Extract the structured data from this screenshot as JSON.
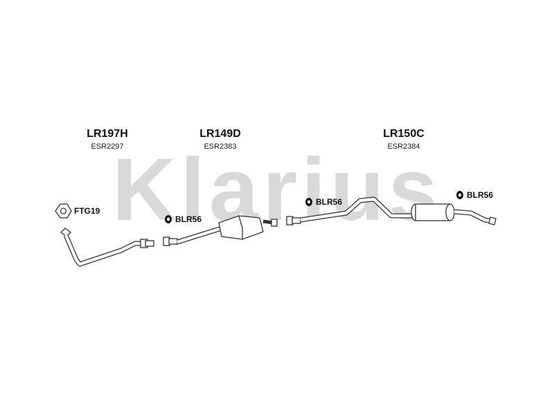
{
  "brand": {
    "watermark_text": "Klarius",
    "watermark_color": "#d9d9d9"
  },
  "sections": [
    {
      "part_number": "LR197H",
      "reference": "ESR2297"
    },
    {
      "part_number": "LR149D",
      "reference": "ESR2383"
    },
    {
      "part_number": "LR150C",
      "reference": "ESR2384"
    }
  ],
  "fittings": [
    {
      "code": "FTG19",
      "icon": "gasket-icon"
    },
    {
      "code": "BLR56",
      "icon": "rubber-mount-icon"
    },
    {
      "code": "BLR56",
      "icon": "rubber-mount-icon"
    },
    {
      "code": "BLR56",
      "icon": "rubber-mount-icon"
    }
  ],
  "colors": {
    "line": "#333333",
    "pipe_fill": "#ffffff",
    "text": "#111111"
  }
}
